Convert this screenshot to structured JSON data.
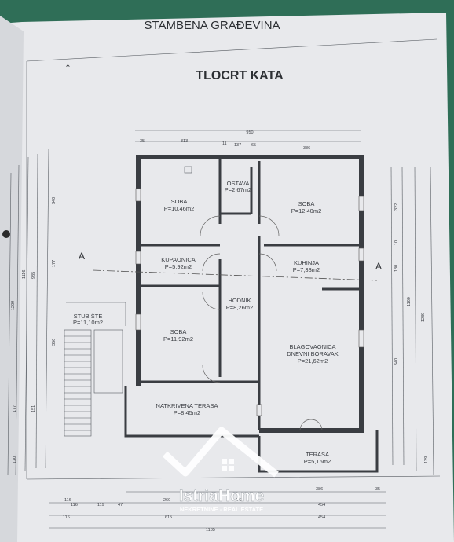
{
  "header": {
    "title": "STAMBENA GRAĐEVINA",
    "subtitle": "TLOCRT KATA"
  },
  "rooms": [
    {
      "name": "SOBA",
      "area": "P=10,46m2"
    },
    {
      "name": "OSTAVA",
      "area": "P=2,67m2"
    },
    {
      "name": "SOBA",
      "area": "P=12,40m2"
    },
    {
      "name": "KUPAONICA",
      "area": "P=5,92m2"
    },
    {
      "name": "KUHINJA",
      "area": "P=7,33m2"
    },
    {
      "name": "HODNIK",
      "area": "P=8,26m2"
    },
    {
      "name": "STUBIŠTE",
      "area": "P=11,10m2"
    },
    {
      "name": "SOBA",
      "area": "P=11,92m2"
    },
    {
      "name": "BLAGOVAONICA",
      "name2": "DNEVNI BORAVAK",
      "area": "P=21,62m2"
    },
    {
      "name": "NATKRIVENA TERASA",
      "area": "P=8,45m2"
    },
    {
      "name": "TERASA",
      "area": "P=5,16m2"
    }
  ],
  "section": {
    "left": "A",
    "right": "A"
  },
  "dims": {
    "top_total": "950",
    "top": [
      "35",
      "313",
      "11",
      "137",
      "65",
      "386"
    ],
    "bottom1": [
      "116",
      "260",
      "142",
      "386",
      "35"
    ],
    "bottom2": [
      "116",
      "119",
      "47",
      "454"
    ],
    "bottom3": [
      "116",
      "615",
      "454"
    ],
    "bottom_total": "1185",
    "right": [
      "322",
      "10",
      "180",
      "540",
      "129",
      "1160",
      "1289"
    ],
    "left": [
      "340",
      "177",
      "356",
      "151",
      "177",
      "130",
      "985",
      "1116",
      "1209"
    ]
  },
  "watermark": {
    "brand": "IstriaHome",
    "tagline": "NEKRETNINE - REAL ESTATE"
  }
}
